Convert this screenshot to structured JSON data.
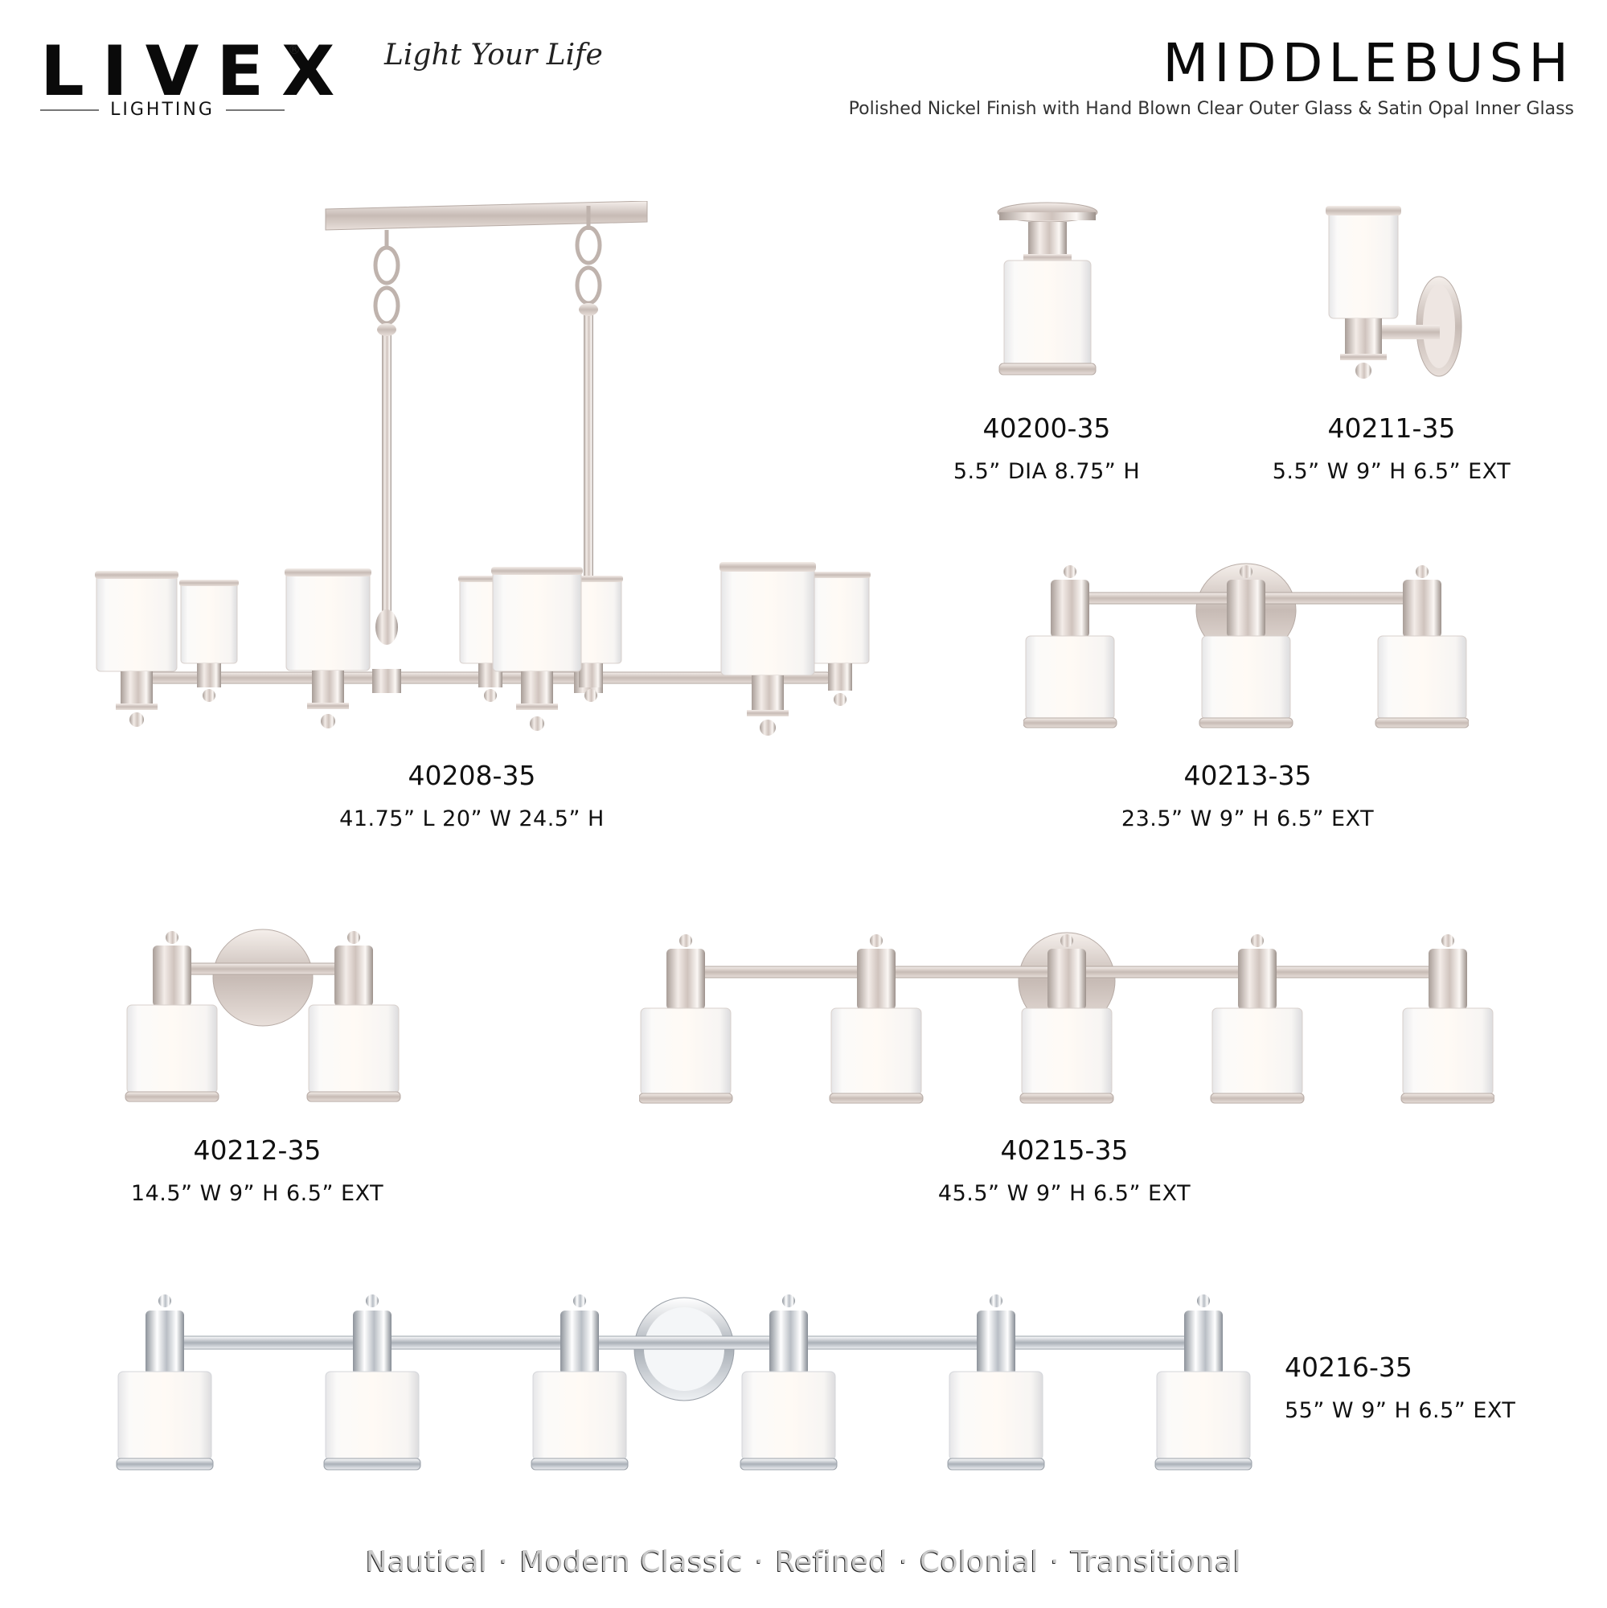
{
  "header": {
    "brand": "LIVEX",
    "brand_mark": "®",
    "brand_sub": "LIGHTING",
    "slogan": "Light Your Life",
    "collection": "MIDDLEBUSH",
    "finish_description": "Polished Nickel Finish with Hand Blown Clear Outer Glass & Satin Opal Inner Glass"
  },
  "colors": {
    "nickel": "#d9cfca",
    "nickel_dark": "#a89d97",
    "glass": "#f6f4f2",
    "chrome": "#c8ccd2",
    "footer_text": "#c9c9c9"
  },
  "products": [
    {
      "sku": "40208-35",
      "dims": "41.75” L  20” W  24.5” H",
      "type": "linear chandelier",
      "lights": 8
    },
    {
      "sku": "40200-35",
      "dims": "5.5” DIA  8.75” H",
      "type": "flush mount",
      "lights": 1
    },
    {
      "sku": "40211-35",
      "dims": "5.5” W  9” H  6.5” EXT",
      "type": "wall sconce",
      "lights": 1
    },
    {
      "sku": "40213-35",
      "dims": "23.5” W  9” H  6.5” EXT",
      "type": "vanity",
      "lights": 3
    },
    {
      "sku": "40212-35",
      "dims": "14.5” W  9” H  6.5” EXT",
      "type": "vanity",
      "lights": 2
    },
    {
      "sku": "40215-35",
      "dims": "45.5” W  9” H  6.5” EXT",
      "type": "vanity",
      "lights": 5
    },
    {
      "sku": "40216-35",
      "dims": "55” W  9” H  6.5” EXT",
      "type": "vanity",
      "lights": 6
    }
  ],
  "footer": {
    "styles": [
      "Nautical",
      "Modern Classic",
      "Refined",
      "Colonial",
      "Transitional"
    ],
    "separator": "·"
  }
}
